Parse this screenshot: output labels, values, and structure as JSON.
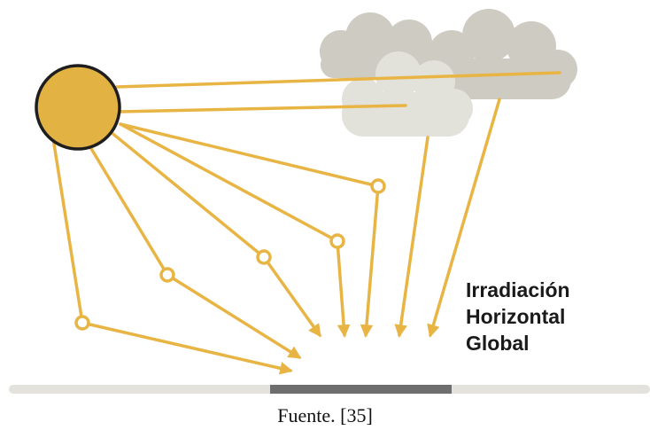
{
  "diagram": {
    "label_lines": [
      "Irradiación",
      "Horizontal",
      "Global"
    ],
    "caption": "Fuente. [35]"
  },
  "colors": {
    "sun_fill": "#e2b243",
    "sun_outline": "#1e1e1e",
    "ray": "#e8b544",
    "cloud_dark": "#cdcbc2",
    "cloud_light": "#e2e1da",
    "ground": "#e3e2dc",
    "surface_patch": "#6e6e6e",
    "text": "#1a1a1a"
  }
}
